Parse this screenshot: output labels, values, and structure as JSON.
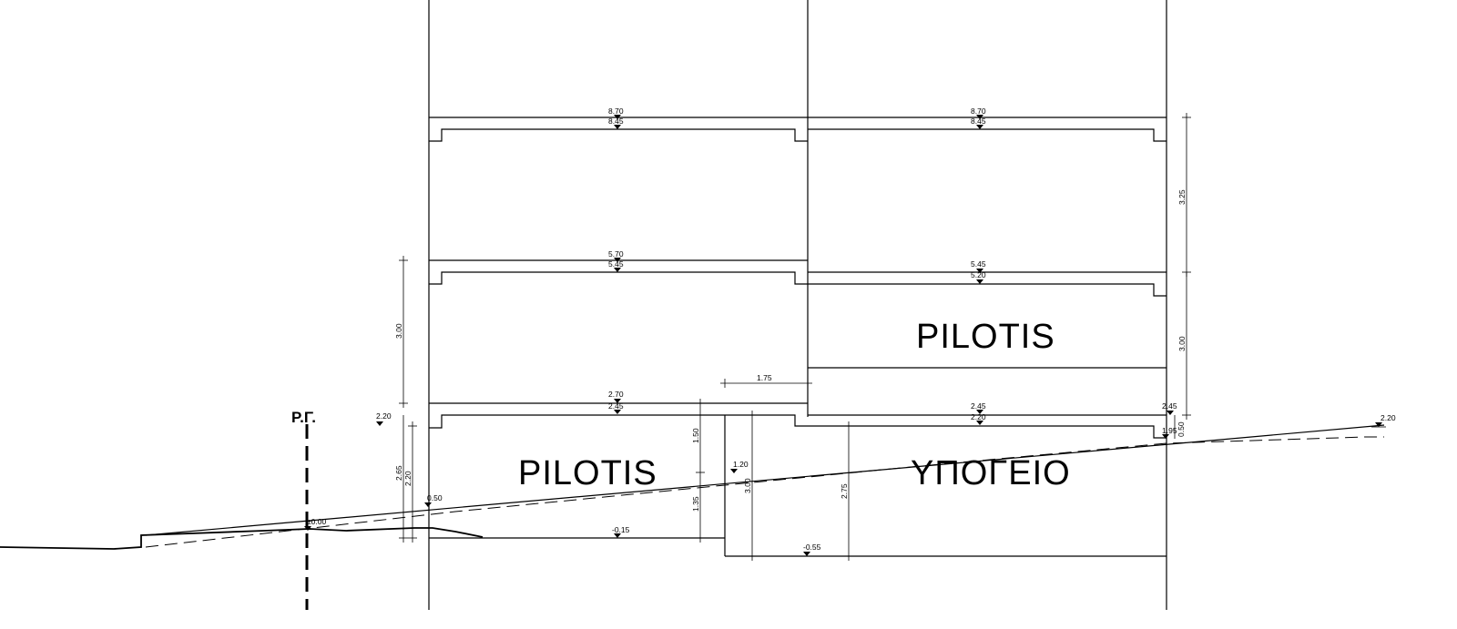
{
  "axis_label": "Ρ.Γ.",
  "rooms": {
    "pilotis_upper": "PILOTIS",
    "pilotis_lower": "PILOTIS",
    "basement": "ΥΠΟΓΕΙΟ"
  },
  "levels": {
    "left_top_1": "8.70",
    "left_top_2": "8.45",
    "right_top_1": "8.70",
    "right_top_2": "8.45",
    "left_mid_1": "5.70",
    "left_mid_2": "5.45",
    "right_mid_1": "5.45",
    "right_mid_2": "5.20",
    "left_low_1": "2.70",
    "left_low_2": "2.45",
    "right_low_1": "2.45",
    "right_low_2": "2.20",
    "right_edge_1": "2.45",
    "right_edge_2": "1.95",
    "far_right": "2.20",
    "left_margin": "2.20",
    "ground_zero": "±0.00",
    "left_floor": "-0.15",
    "basement_floor": "-0.55",
    "small_step": "1.20",
    "left_offset": "0.50"
  },
  "dimensions": {
    "height_3_00_left": "3.00",
    "height_2_65": "2.65",
    "height_2_20": "2.20",
    "width_1_75": "1.75",
    "height_1_50": "1.50",
    "height_1_35": "1.35",
    "height_3_00_mid": "3.00",
    "height_2_75": "2.75",
    "height_3_25": "3.25",
    "height_3_00_right": "3.00",
    "height_0_50": "0.50"
  }
}
